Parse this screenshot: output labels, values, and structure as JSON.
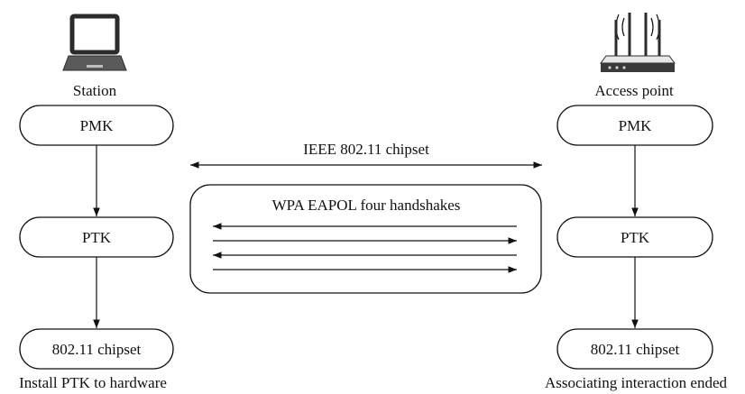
{
  "station": {
    "icon": "laptop-icon",
    "label": "Station",
    "pmk": "PMK",
    "ptk": "PTK",
    "chipset": "802.11 chipset",
    "caption": "Install PTK to hardware"
  },
  "access_point": {
    "icon": "router-icon",
    "label": "Access point",
    "pmk": "PMK",
    "ptk": "PTK",
    "chipset": "802.11 chipset",
    "caption": "Associating interaction ended"
  },
  "link": {
    "label": "IEEE 802.11 chipset"
  },
  "handshake": {
    "title": "WPA EAPOL four handshakes",
    "directions": [
      "left",
      "right",
      "left",
      "right"
    ]
  },
  "colors": {
    "stroke": "#111111",
    "background": "#ffffff"
  }
}
